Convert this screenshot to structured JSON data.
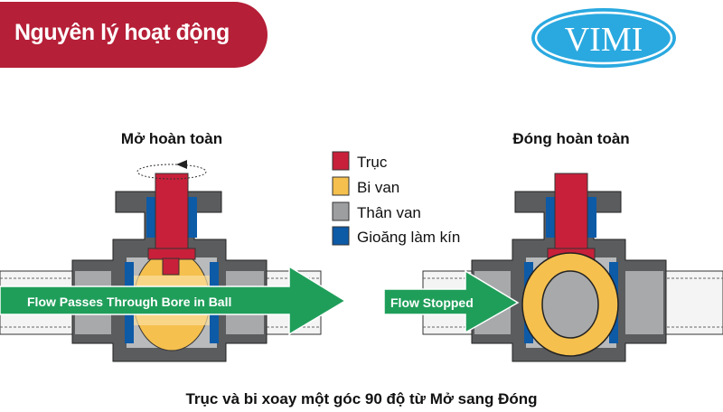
{
  "header": {
    "title": "Nguyên lý hoạt động"
  },
  "logo": {
    "text": "VIMI"
  },
  "open_valve": {
    "title": "Mở hoàn toàn",
    "flow_label": "Flow  Passes Through Bore in Ball"
  },
  "closed_valve": {
    "title": "Đóng hoàn toàn",
    "flow_label": "Flow  Stopped"
  },
  "legend": [
    {
      "label": "Trục",
      "color": "#c8203a"
    },
    {
      "label": "Bi van",
      "color": "#f5c04e"
    },
    {
      "label": "Thân van",
      "color": "#9d9ea0"
    },
    {
      "label": "Gioăng làm kín",
      "color": "#0d5aa7"
    }
  ],
  "caption": "Trục và bi xoay một góc 90 độ từ Mở sang Đóng"
}
